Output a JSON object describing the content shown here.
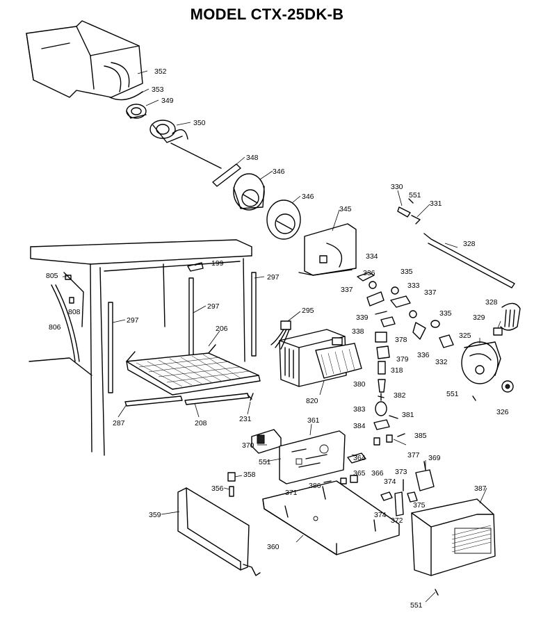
{
  "title": "MODEL CTX-25DK-B",
  "callouts": [
    "352",
    "353",
    "349",
    "350",
    "348",
    "346",
    "346",
    "345",
    "330",
    "551",
    "331",
    "328",
    "334",
    "336",
    "335",
    "337",
    "333",
    "337",
    "339",
    "338",
    "335",
    "378",
    "336",
    "332",
    "329",
    "328",
    "325",
    "379",
    "318",
    "380",
    "382",
    "551",
    "326",
    "383",
    "381",
    "384",
    "385",
    "377",
    "805",
    "808",
    "806",
    "199",
    "297",
    "297",
    "297",
    "206",
    "295",
    "287",
    "208",
    "231",
    "820",
    "370",
    "361",
    "551",
    "364",
    "369",
    "358",
    "356",
    "365",
    "366",
    "373",
    "374",
    "386",
    "371",
    "375",
    "387",
    "359",
    "374",
    "372",
    "360",
    "551"
  ]
}
